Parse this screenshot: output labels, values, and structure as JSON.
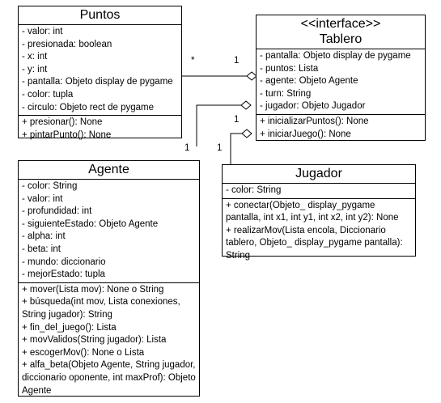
{
  "classes": {
    "puntos": {
      "name": "Puntos",
      "attributes": [
        "- valor: int",
        "- presionada: boolean",
        "- x: int",
        "- y: int",
        "- pantalla: Objeto display de pygame",
        "- color: tupla",
        "- circulo: Objeto rect de pygame"
      ],
      "methods": [
        "+ presionar():  None",
        "+ pintarPunto(): None"
      ]
    },
    "tablero": {
      "stereotype": "<<interface>>",
      "name": "Tablero",
      "attributes": [
        "- pantalla: Objeto display de pygame",
        "- puntos: Lista",
        "- agente: Objeto Agente",
        "- turn: String",
        "- jugador: Objeto Jugador"
      ],
      "methods": [
        "+ inicializarPuntos(): None",
        "+ iniciarJuego(): None"
      ]
    },
    "agente": {
      "name": "Agente",
      "attributes": [
        "- color: String",
        "- valor: int",
        "- profundidad: int",
        "- siguienteEstado: Objeto Agente",
        "- alpha: int",
        "- beta: int",
        "- mundo: diccionario",
        "- mejorEstado: tupla"
      ],
      "methods": [
        "+ mover(Lista mov): None o String",
        "+ búsqueda(int mov, Lista conexiones, String jugador): String",
        "+ fin_del_juego(): Lista",
        "+ movValidos(String jugador): Lista",
        "+ escogerMov(): None o Lista",
        "+ alfa_beta(Objeto Agente, String jugador, diccionario oponente, int maxProf): Objeto Agente"
      ]
    },
    "jugador": {
      "name": "Jugador",
      "attributes": [
        "- color: String"
      ],
      "methods": [
        "+ conectar(Objeto_ display_pygame pantalla, int x1, int y1, int x2, int y2): None",
        "+ realizarMov(Lista encola, Diccionario tablero, Objeto_ display_pygame pantalla): String"
      ]
    }
  },
  "multiplicities": {
    "puntos_many": "*",
    "tablero_puntos": "1",
    "tablero_agente": "1",
    "agente_end": "1",
    "tablero_jugador": "1",
    "jugador_end": "1"
  }
}
